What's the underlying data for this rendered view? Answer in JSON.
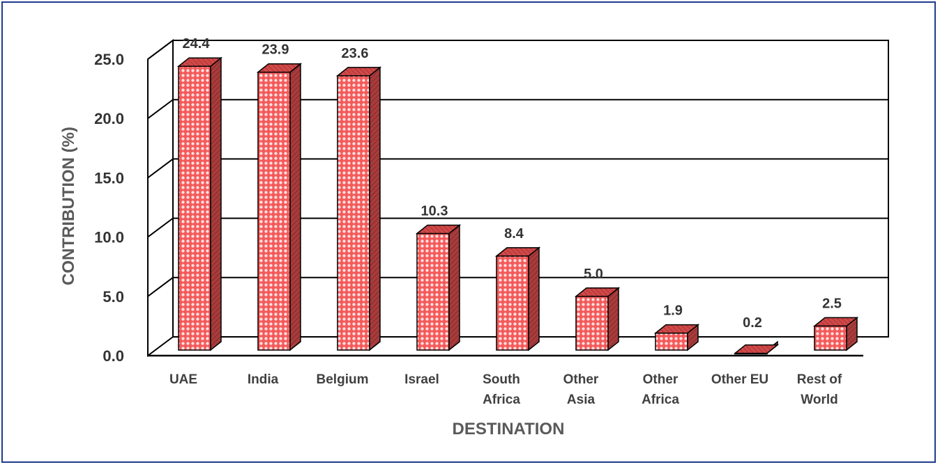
{
  "chart_data": {
    "type": "bar",
    "categories": [
      [
        "UAE"
      ],
      [
        "India"
      ],
      [
        "Belgium"
      ],
      [
        "Israel"
      ],
      [
        "South",
        "Africa"
      ],
      [
        "Other",
        "Asia"
      ],
      [
        "Other",
        "Africa"
      ],
      [
        "Other EU"
      ],
      [
        "Rest of",
        "World"
      ]
    ],
    "values": [
      24.4,
      23.9,
      23.6,
      10.3,
      8.4,
      5.0,
      1.9,
      0.2,
      2.5
    ],
    "value_labels": [
      "24.4",
      "23.9",
      "23.6",
      "10.3",
      "8.4",
      "5.0",
      "1.9",
      "0.2",
      "2.5"
    ],
    "y_ticks": [
      "0.0",
      "5.0",
      "10.0",
      "15.0",
      "20.0",
      "25.0"
    ],
    "ylim": [
      0,
      25
    ],
    "xlabel": "DESTINATION",
    "ylabel": "CONTRIBUTION (%)",
    "grid": true,
    "style": "3d-bar",
    "colors": {
      "bar_front": "#f45a5a",
      "bar_side": "#a83c3c",
      "bar_top": "#d14848",
      "frame_border": "#1f3b8c"
    }
  }
}
